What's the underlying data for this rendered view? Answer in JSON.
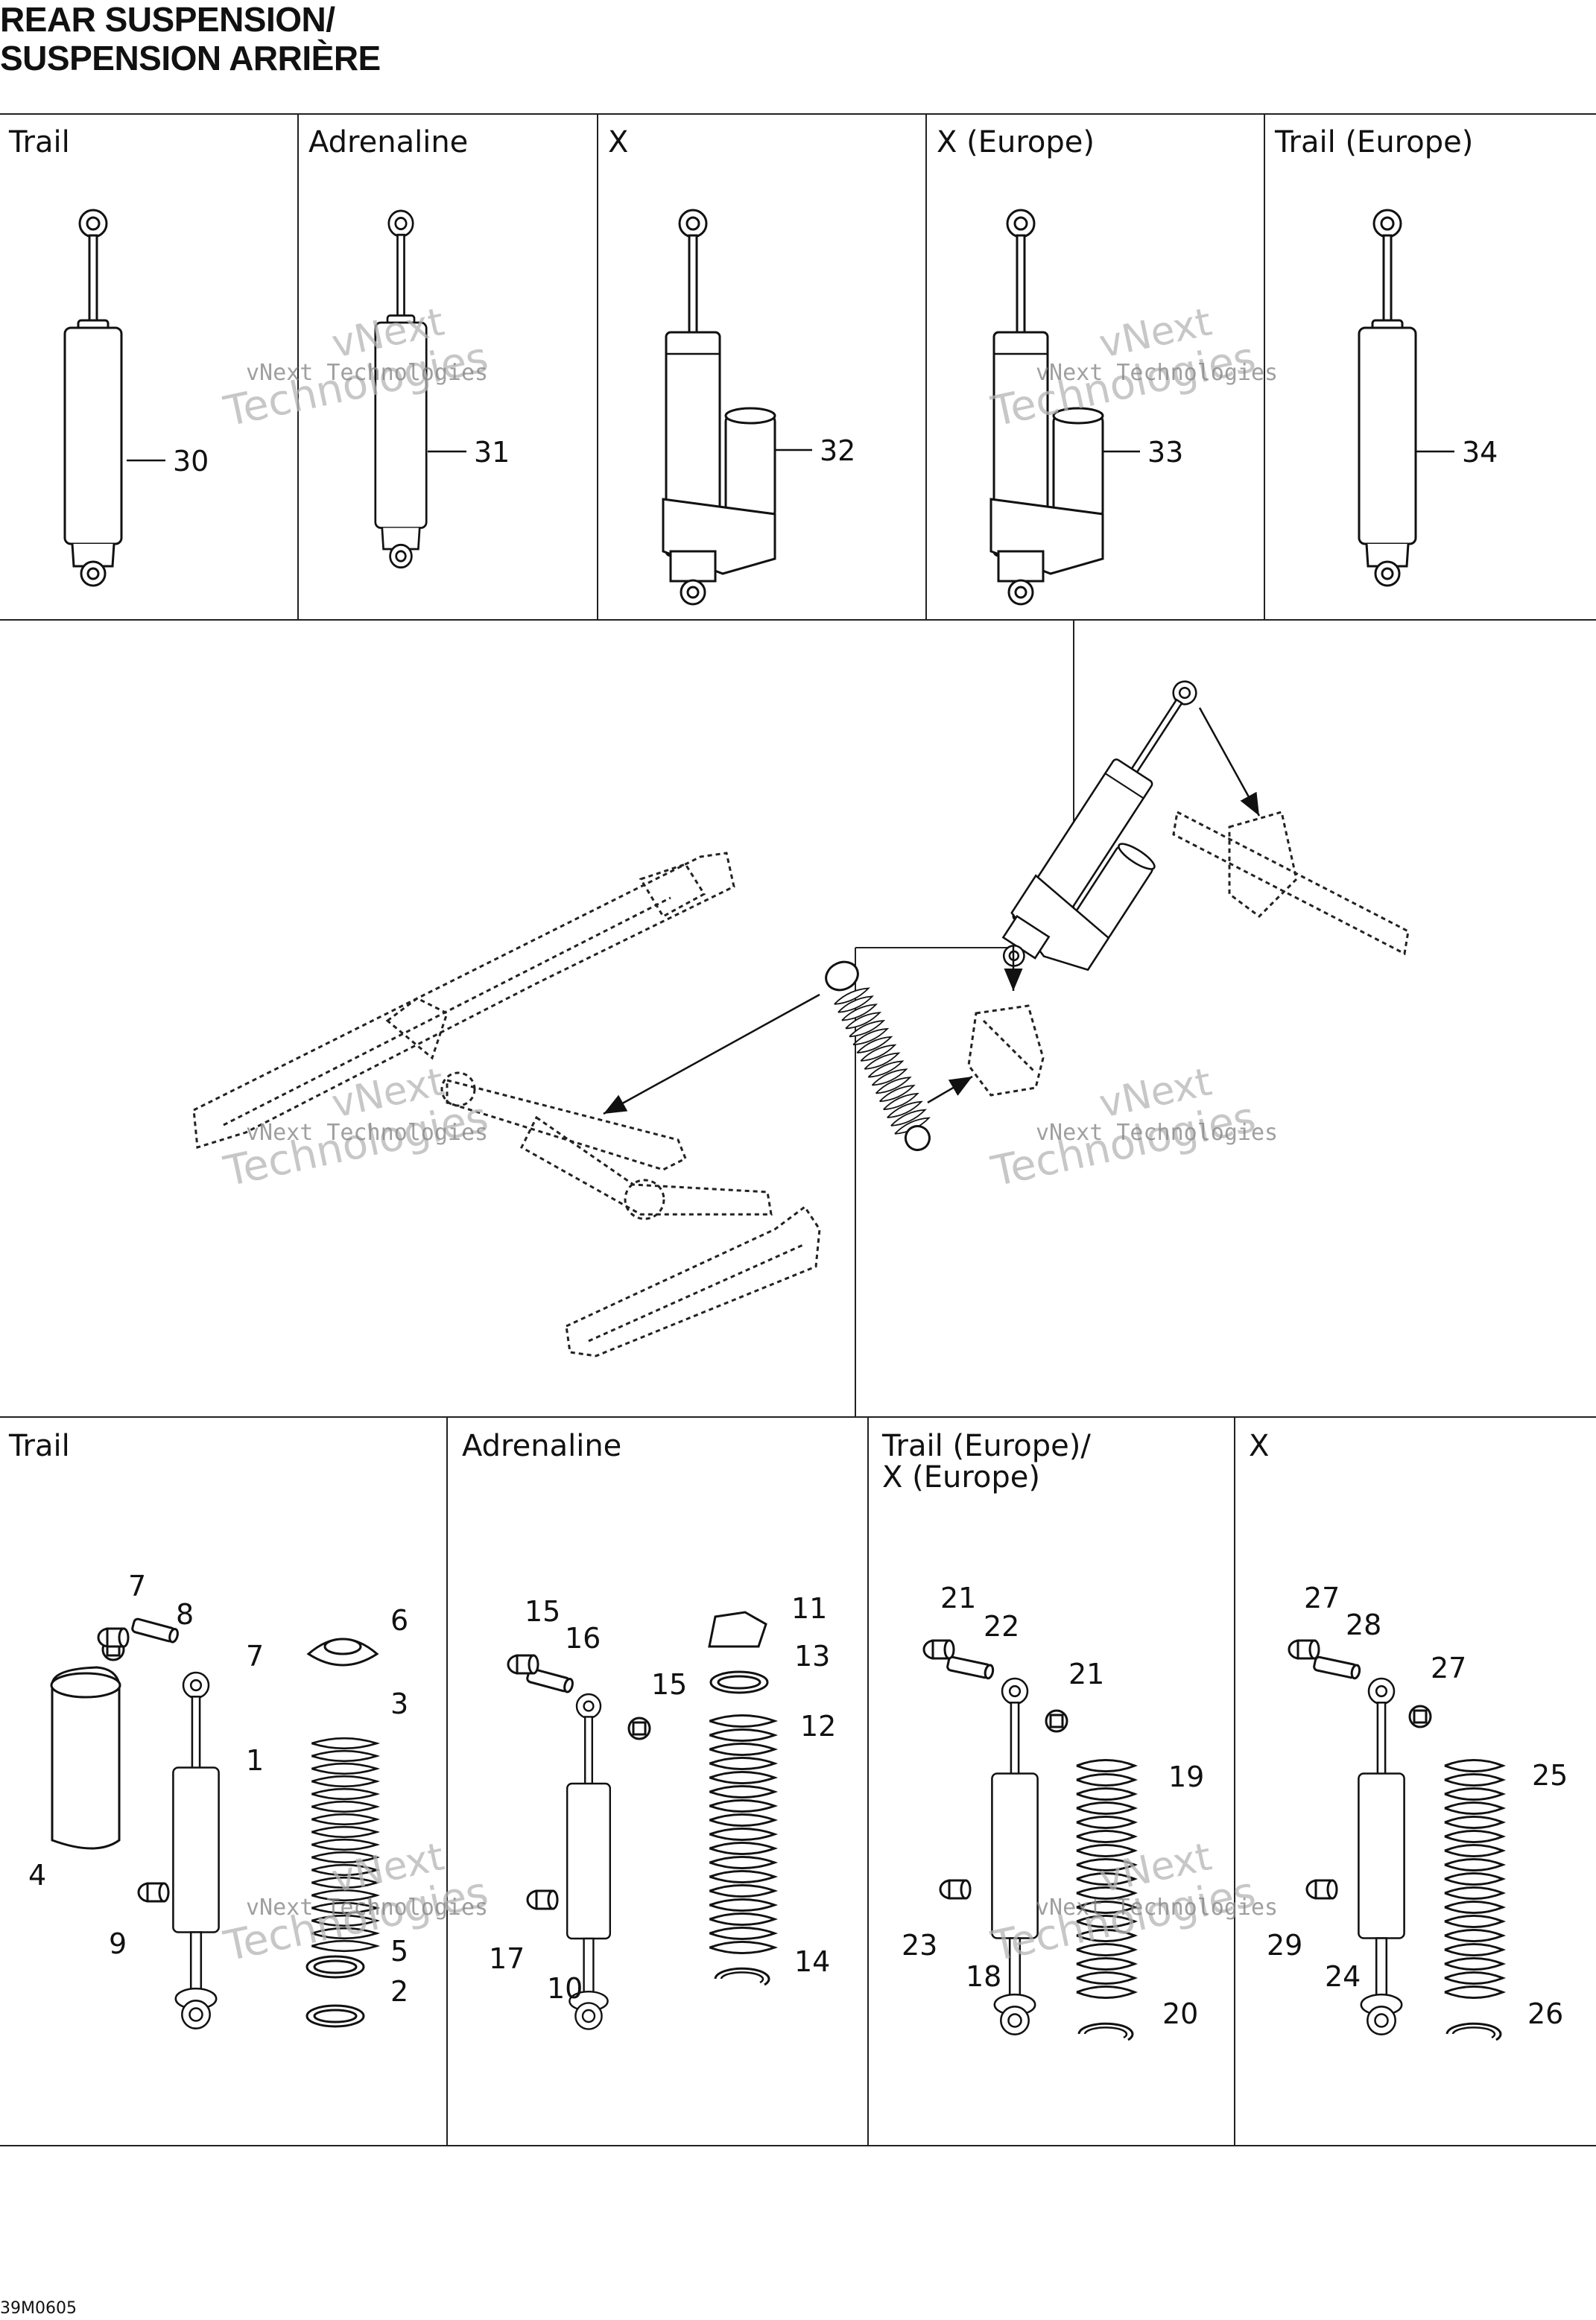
{
  "title": {
    "line1": "REAR SUSPENSION/",
    "line2": "SUSPENSION ARRIÈRE"
  },
  "top_sections": [
    {
      "label": "Trail",
      "part": "30"
    },
    {
      "label": "Adrenaline",
      "part": "31"
    },
    {
      "label": "X",
      "part": "32"
    },
    {
      "label": "X (Europe)",
      "part": "33"
    },
    {
      "label": "Trail (Europe)",
      "part": "34"
    }
  ],
  "bottom_sections": [
    {
      "label_lines": [
        "Trail"
      ],
      "parts": [
        "7",
        "8",
        "7",
        "6",
        "3",
        "1",
        "4",
        "9",
        "5",
        "2"
      ]
    },
    {
      "label_lines": [
        "Adrenaline"
      ],
      "parts": [
        "15",
        "16",
        "15",
        "11",
        "13",
        "12",
        "17",
        "10",
        "14"
      ]
    },
    {
      "label_lines": [
        "Trail (Europe)/",
        "X (Europe)"
      ],
      "parts": [
        "21",
        "22",
        "21",
        "19",
        "23",
        "18",
        "20"
      ]
    },
    {
      "label_lines": [
        "X"
      ],
      "parts": [
        "27",
        "28",
        "27",
        "25",
        "29",
        "24",
        "26"
      ]
    }
  ],
  "watermark": {
    "line1": "vNext",
    "line2": "Technologies",
    "small": "vNext Technologies"
  },
  "reference_code": "39M0605"
}
